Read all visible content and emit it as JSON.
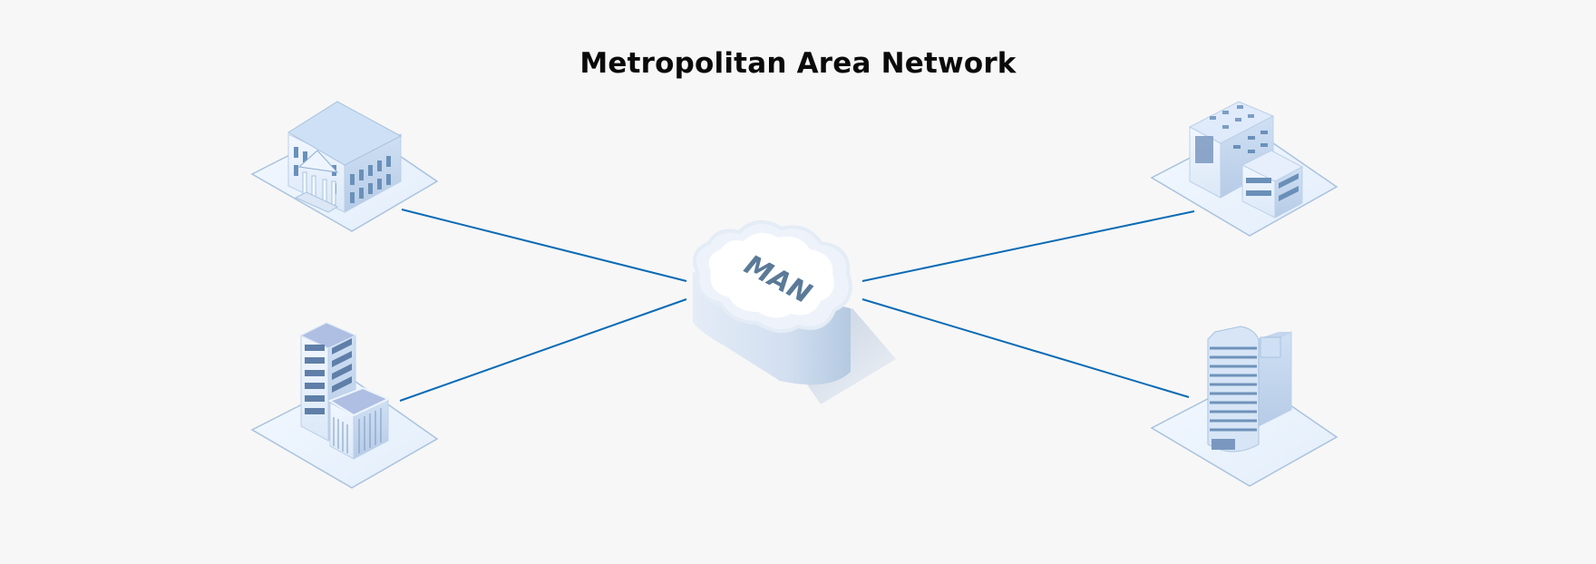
{
  "title": "Metropolitan Area Network",
  "hub": {
    "label": "MAN",
    "shape": "cloud-icon"
  },
  "colors": {
    "background": "#f7f7f7",
    "link": "#0b6bb5",
    "building_light": "#e4effc",
    "building_mid": "#b9cfe8",
    "building_dark": "#5f87b2",
    "cloud_text": "#5b7a98"
  },
  "nodes": [
    {
      "id": "top-left",
      "name": "government-building-icon"
    },
    {
      "id": "bottom-left",
      "name": "office-complex-icon"
    },
    {
      "id": "top-right",
      "name": "corporate-building-icon"
    },
    {
      "id": "bottom-right",
      "name": "skyscraper-icon"
    }
  ],
  "links": [
    {
      "from": "top-left",
      "to": "hub"
    },
    {
      "from": "bottom-left",
      "to": "hub"
    },
    {
      "from": "top-right",
      "to": "hub"
    },
    {
      "from": "bottom-right",
      "to": "hub"
    }
  ]
}
